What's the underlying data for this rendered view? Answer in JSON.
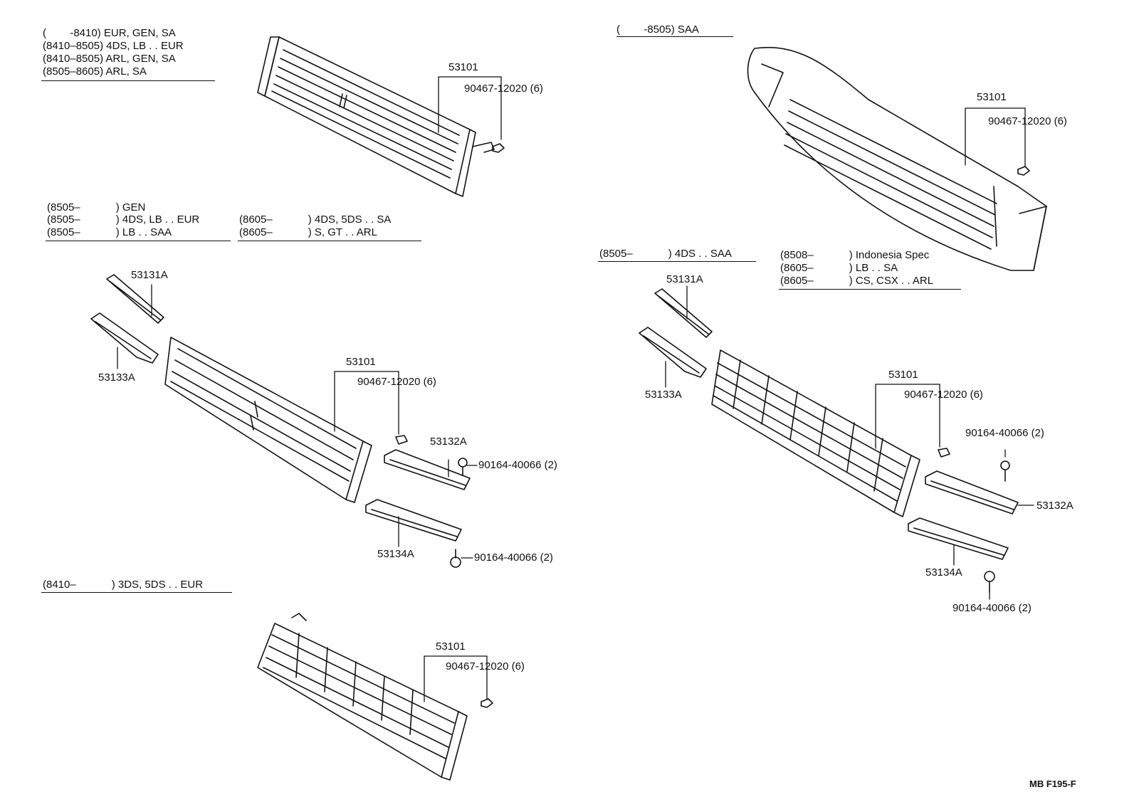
{
  "sections": {
    "top_left": {
      "lines": [
        "(        -8410) EUR, GEN, SA",
        "(8410–8505) 4DS, LB . . EUR",
        "(8410–8505) ARL, GEN, SA",
        "(8505–8605) ARL, SA"
      ],
      "parts": {
        "grille": "53101",
        "clip": "90467-12020 (6)"
      }
    },
    "top_right": {
      "lines": [
        "(        -8505) SAA"
      ],
      "parts": {
        "grille": "53101",
        "clip": "90467-12020 (6)"
      }
    },
    "mid_left": {
      "lines_a": [
        "(8505–            ) GEN",
        "(8505–            ) 4DS, LB . . EUR",
        "(8505–            ) LB . . SAA"
      ],
      "lines_b": [
        "(8605–            ) 4DS, 5DS . . SA",
        "(8605–            ) S, GT . . ARL"
      ],
      "parts": {
        "upper_left_bracket": "53131A",
        "lower_left_bracket": "53133A",
        "grille": "53101",
        "clip": "90467-12020 (6)",
        "upper_right_bracket": "53132A",
        "screw_a": "90164-40066 (2)",
        "lower_right_bracket": "53134A",
        "screw_b": "90164-40066 (2)"
      }
    },
    "mid_right": {
      "lines_a": [
        "(8505–            ) 4DS . . SAA"
      ],
      "lines_b": [
        "(8508–            ) Indonesia Spec",
        "(8605–            ) LB . . SA",
        "(8605–            ) CS, CSX . . ARL"
      ],
      "parts": {
        "upper_left_bracket": "53131A",
        "lower_left_bracket": "53133A",
        "grille": "53101",
        "clip": "90467-12020 (6)",
        "screw_a": "90164-40066 (2)",
        "upper_right_bracket": "53132A",
        "lower_right_bracket": "53134A",
        "screw_b": "90164-40066 (2)"
      }
    },
    "bottom_left": {
      "lines": [
        "(8410–            ) 3DS, 5DS . . EUR"
      ],
      "parts": {
        "grille": "53101",
        "clip": "90467-12020 (6)"
      }
    }
  },
  "figure_code": "MB F195-F"
}
